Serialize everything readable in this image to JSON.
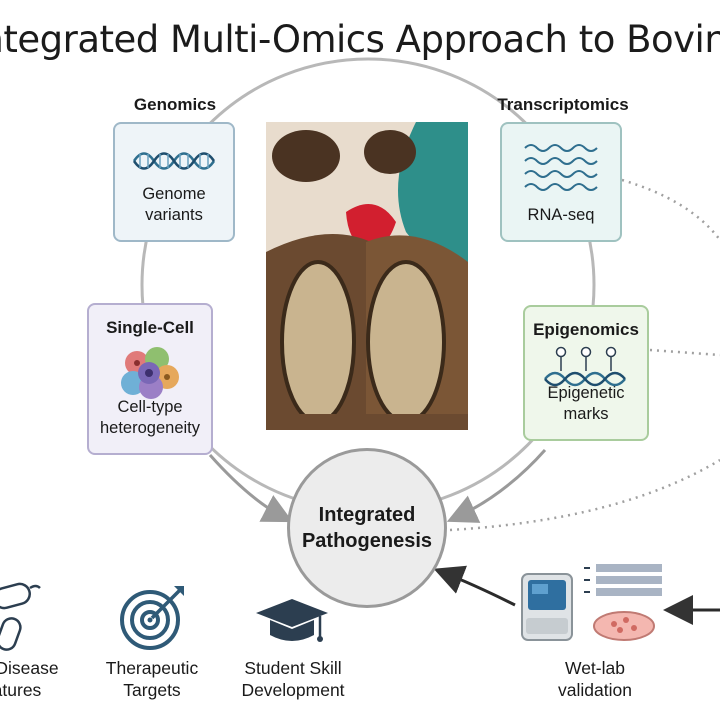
{
  "title": "Integrated Multi-Omics Approach to Bovine Digital Dermatitis",
  "nodes": {
    "genomics": {
      "heading": "Genomics",
      "line1": "Genome",
      "line2": "variants",
      "icon": "dna-helix-icon"
    },
    "transcriptomics": {
      "heading": "Transcriptomics",
      "label": "RNA-seq",
      "icon": "rna-strands-icon"
    },
    "single_cell": {
      "title": "Single-Cell",
      "line1": "Cell-type",
      "line2": "heterogeneity",
      "icon": "cell-cluster-icon"
    },
    "epigenomics": {
      "title": "Epigenomics",
      "line1": "Epigenetic",
      "line2": "marks",
      "icon": "methylated-dna-icon"
    },
    "center": {
      "line1": "Integrated",
      "line2": "Pathogenesis"
    }
  },
  "outputs": [
    {
      "line1": "Disease",
      "line2": "atures",
      "icon": "bacteria-icon"
    },
    {
      "line1": "Therapeutic",
      "line2": "Targets",
      "icon": "target-icon"
    },
    {
      "line1": "Student Skill",
      "line2": "Development",
      "icon": "graduation-cap-icon"
    }
  ],
  "wetlab": {
    "line1": "Wet-lab",
    "line2": "validation",
    "icon": "lab-instrument-icon"
  },
  "colors": {
    "genomics_border": "#9fb8c8",
    "genomics_fill": "#eef4f8",
    "transcriptomics_border": "#9fc2c0",
    "transcriptomics_fill": "#eaf5f4",
    "single_cell_border": "#b5aed0",
    "single_cell_fill": "#f1eff8",
    "epigenomics_border": "#a9cc9d",
    "epigenomics_fill": "#eff7eb",
    "center_fill": "#ececec",
    "ring": "#b3b3b3",
    "arrow": "#9a9a9a",
    "icon_blue": "#2f6f8f",
    "icon_dark": "#2c3e50"
  }
}
